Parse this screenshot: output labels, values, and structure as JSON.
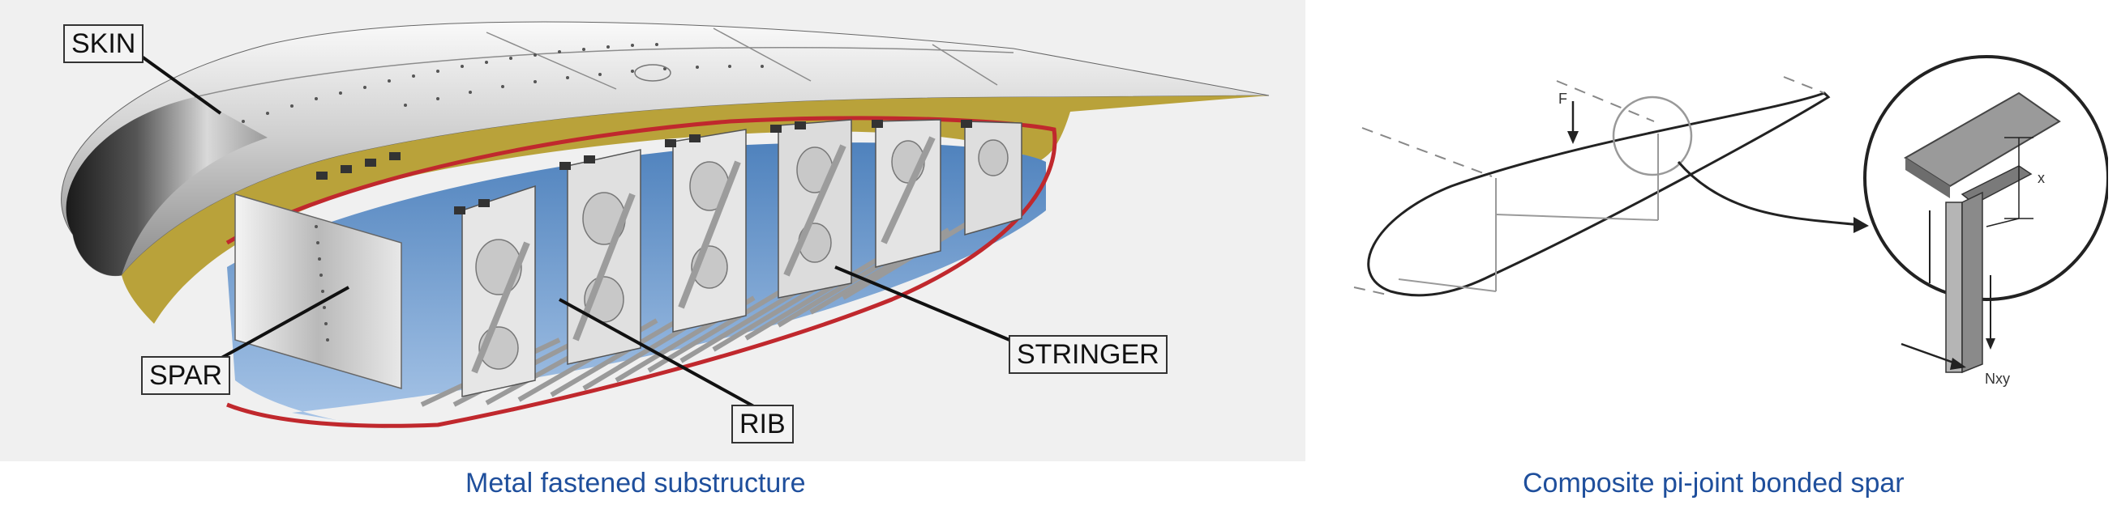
{
  "left_figure": {
    "callouts": {
      "skin": "SKIN",
      "spar": "SPAR",
      "rib": "RIB",
      "stringer": "STRINGER"
    },
    "caption": "Metal fastened substructure"
  },
  "right_figure": {
    "labels": {
      "force": "F",
      "offset": "x",
      "shear_flow": "Nxy"
    },
    "caption": "Composite pi-joint bonded spar"
  },
  "colors": {
    "caption_blue": "#1f4f9c",
    "edge_red": "#c0282d",
    "sealant_olive": "#b9a23a",
    "lower_skin_blue": "#6d9bd0",
    "background_gray": "#f0f0f0"
  }
}
